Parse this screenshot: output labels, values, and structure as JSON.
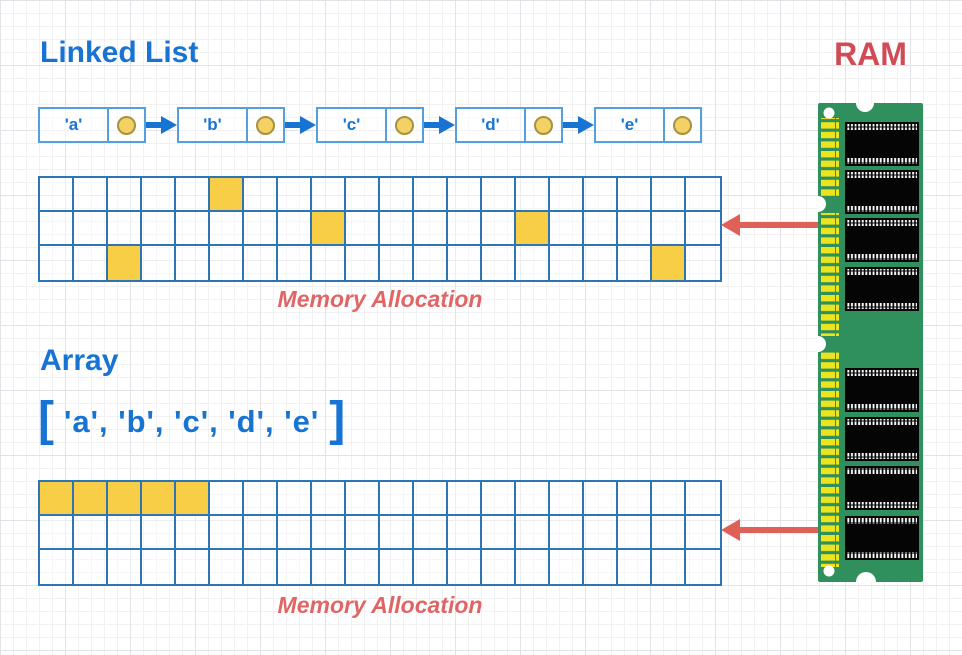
{
  "colors": {
    "blue_text": "#1874D2",
    "node_border_blue": "#54A0DF",
    "grid_line_blue": "#2E75B6",
    "cell_yellow": "#F9CE47",
    "pointer_dot_fill": "#F3D165",
    "pointer_dot_border": "#A8923F",
    "coral_text": "#E06666",
    "arrow_red": "#DF6057",
    "ram_title_red": "#D04B55",
    "pcb_green": "#2F8F5D",
    "pin_yellow": "#EDE420",
    "chip_black": "#050505"
  },
  "linked_list_section": {
    "title": "Linked List",
    "nodes": [
      "'a'",
      "'b'",
      "'c'",
      "'d'",
      "'e'"
    ],
    "memory_grid": {
      "rows": 3,
      "cols": 20,
      "filled_cells": [
        [
          0,
          5
        ],
        [
          1,
          8
        ],
        [
          1,
          14
        ],
        [
          2,
          2
        ],
        [
          2,
          18
        ]
      ]
    },
    "memory_label": "Memory Allocation"
  },
  "array_section": {
    "title": "Array",
    "literal_open": "[",
    "literal_items": "'a', 'b', 'c', 'd', 'e'",
    "literal_close": "]",
    "memory_grid": {
      "rows": 3,
      "cols": 20,
      "filled_cells": [
        [
          0,
          0
        ],
        [
          0,
          1
        ],
        [
          0,
          2
        ],
        [
          0,
          3
        ],
        [
          0,
          4
        ]
      ]
    },
    "memory_label": "Memory Allocation"
  },
  "ram_section": {
    "title": "RAM"
  }
}
